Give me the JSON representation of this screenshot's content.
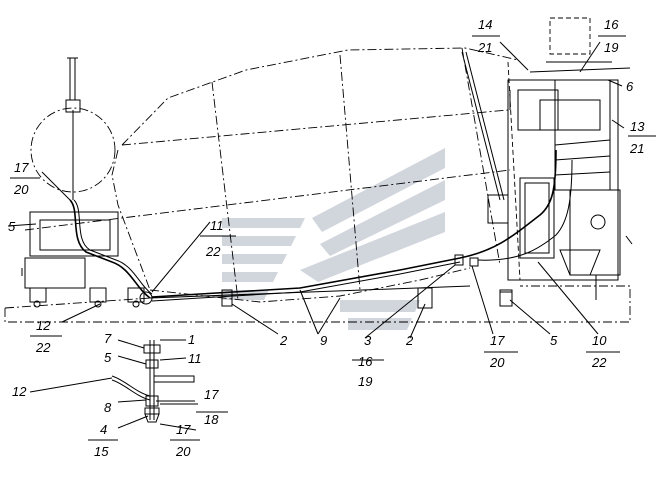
{
  "colors": {
    "line": "#000000",
    "watermark": "#c9ced6",
    "background": "#ffffff"
  },
  "callouts": {
    "c14": "14",
    "c21a": "21",
    "c16": "16",
    "c19a": "19",
    "c6": "6",
    "c13": "13",
    "c21b": "21",
    "c17a": "17",
    "c20a": "20",
    "c5a": "5",
    "c11a": "11",
    "c22a": "22",
    "c12a": "12",
    "c22b": "22",
    "c2a": "2",
    "c9": "9",
    "c3": "3",
    "c2b": "2",
    "c16b": "16",
    "c19b": "19",
    "c17b": "17",
    "c20b": "20",
    "c5b": "5",
    "c10": "10",
    "c22c": "22"
  },
  "detail_callouts": {
    "d7": "7",
    "d1": "1",
    "d5": "5",
    "d11": "11",
    "d12": "12",
    "d17a": "17",
    "d8": "8",
    "d18": "18",
    "d4": "4",
    "d17b": "17",
    "d15": "15",
    "d20": "20"
  }
}
